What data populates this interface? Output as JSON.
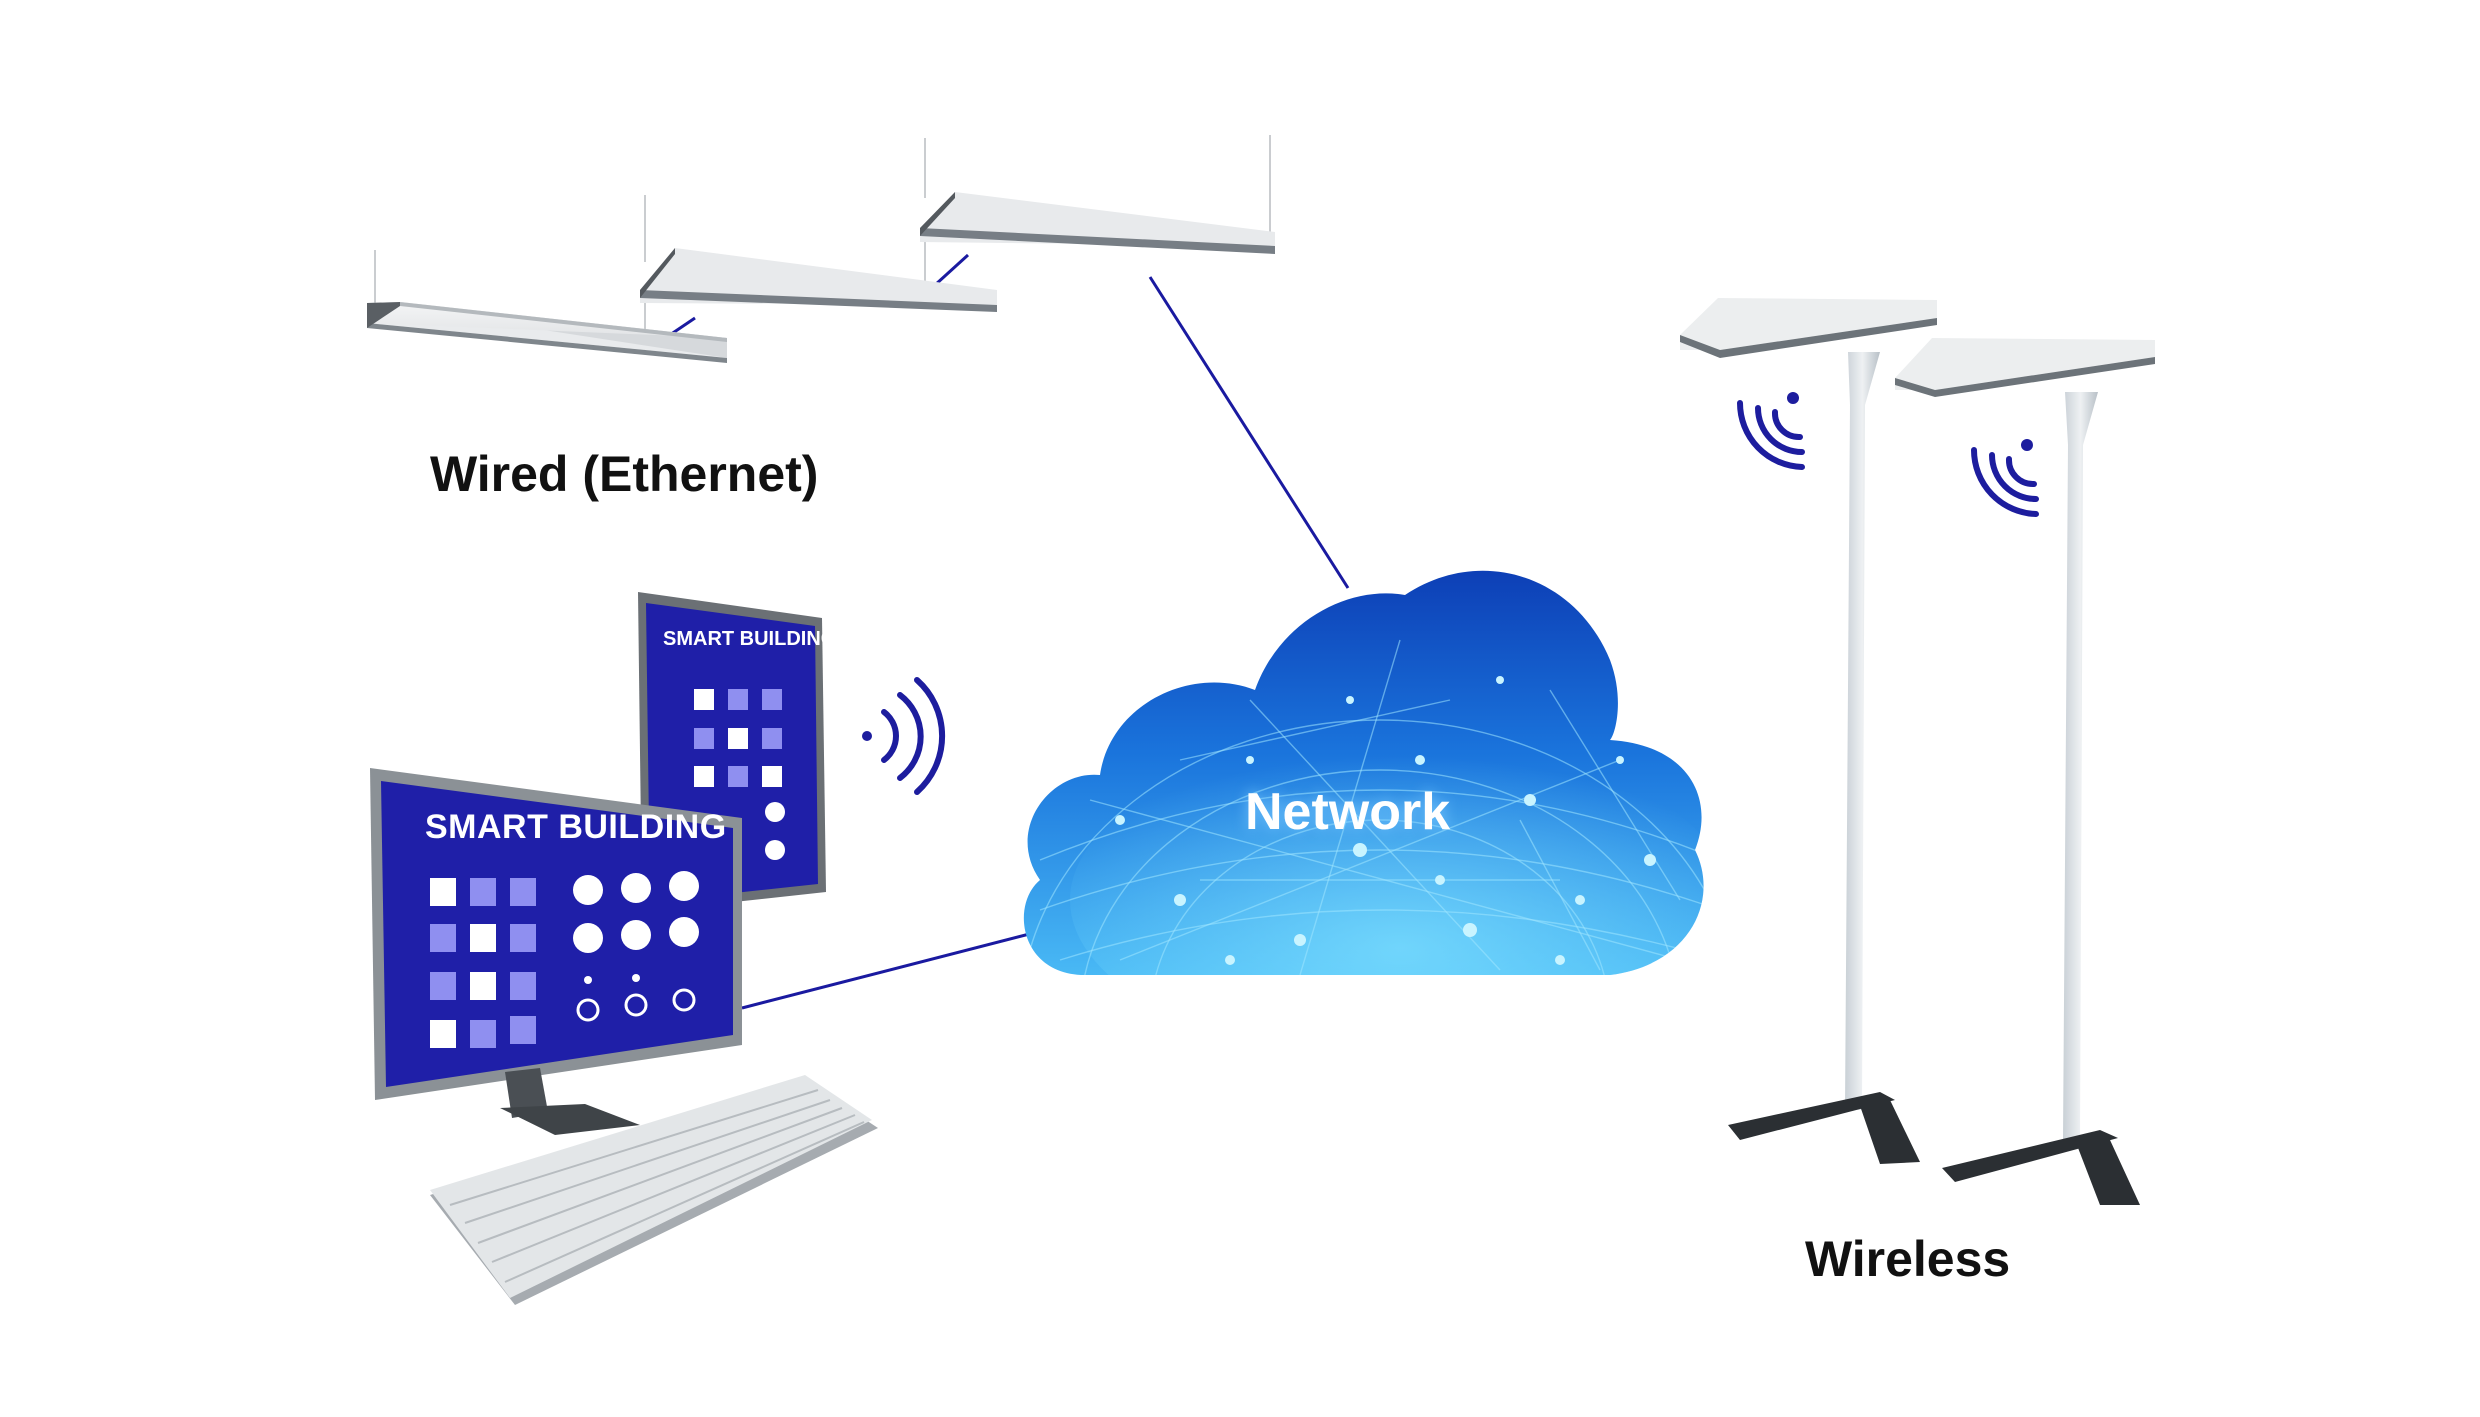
{
  "labels": {
    "wired": "Wired (Ethernet)",
    "wireless": "Wireless",
    "network": "Network"
  },
  "screens": {
    "monitor_title": "SMART BUILDING",
    "tablet_title": "SMART BUILDING"
  },
  "colors": {
    "screen_blue": "#1f1fa8",
    "link_line": "#1a1aa0",
    "cloud_dark": "#0a3fb0",
    "cloud_light": "#49b9f5",
    "signal": "#1d1d9e"
  },
  "icons": {
    "ceiling_lights": "pendant-light-icon",
    "floor_lamps": "floor-lamp-icon",
    "wireless_signal": "wifi-signal-icon",
    "cloud": "cloud-network-icon",
    "computer": "desktop-computer-icon",
    "tablet": "tablet-icon",
    "keyboard": "keyboard-icon"
  }
}
